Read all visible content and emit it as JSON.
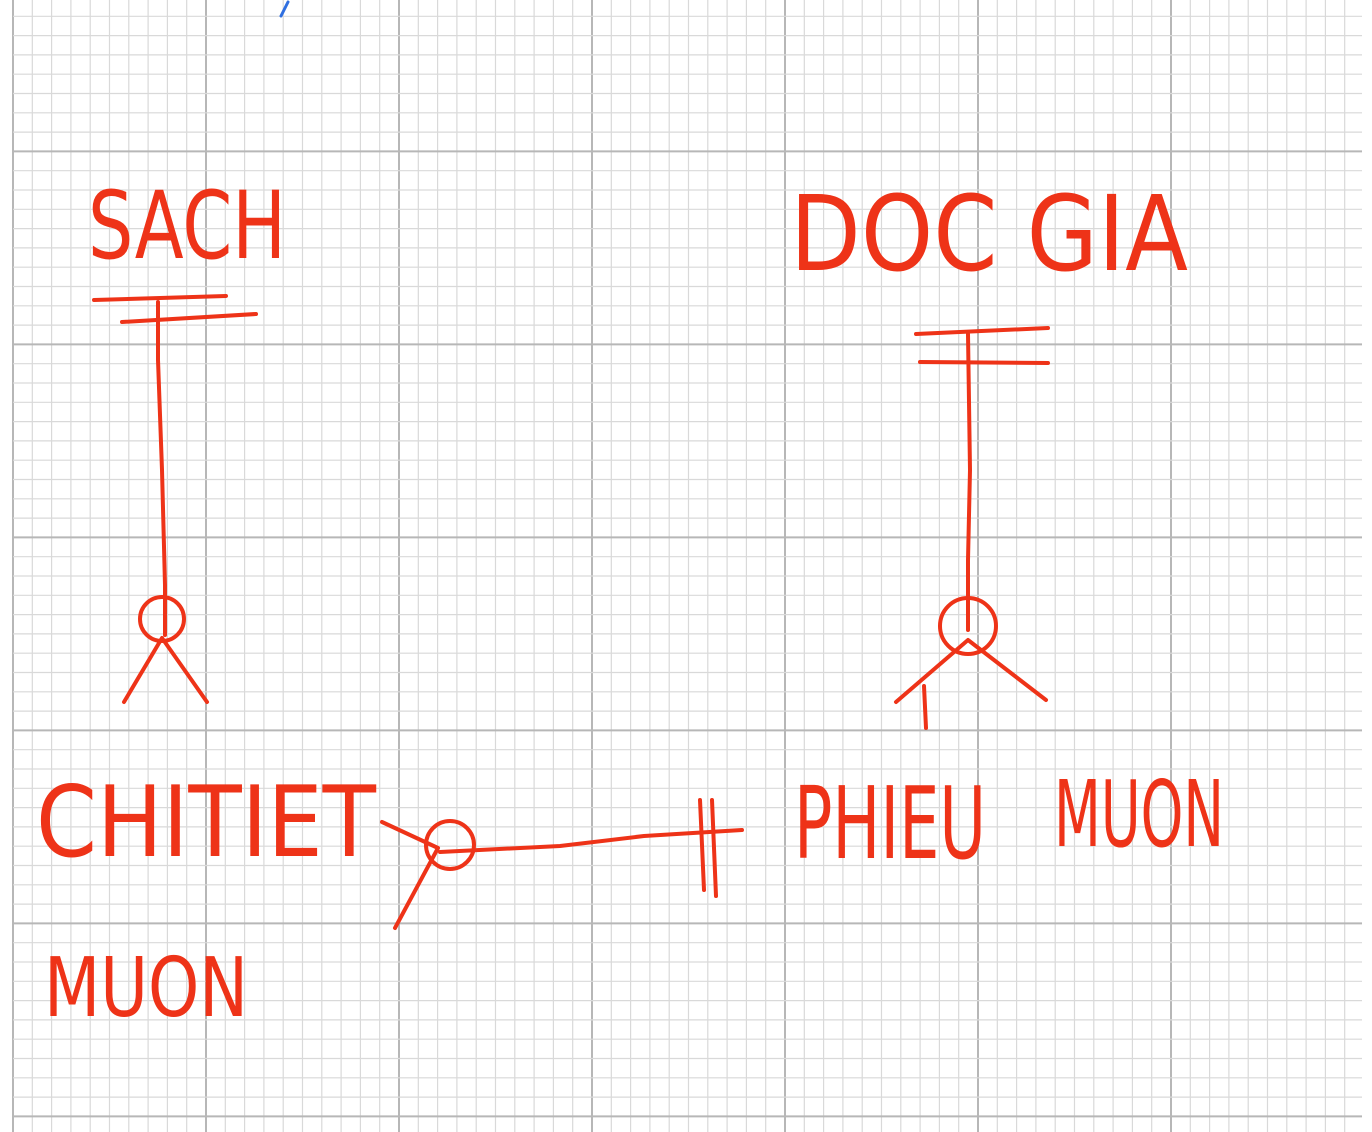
{
  "entities": {
    "sach": "SACH",
    "doc_gia": "DOC GIA",
    "chi_tiet": "CHITIET",
    "chi_tiet_line2": "MUON",
    "phieu": "PHIEU",
    "phieu_line2": "MUON"
  },
  "relationships": [
    {
      "from": "SACH",
      "to": "CHITIET MUON",
      "from_end": "one-and-only-one",
      "to_end": "zero-or-many"
    },
    {
      "from": "DOC GIA",
      "to": "PHIEU MUON",
      "from_end": "one-and-only-one",
      "to_end": "zero-or-many"
    },
    {
      "from": "PHIEU MUON",
      "to": "CHITIET MUON",
      "from_end": "one-and-only-one",
      "to_end": "zero-or-many"
    }
  ],
  "colors": {
    "ink": "#ee3318",
    "stray_mark": "#2f6fe0",
    "grid_minor": "#d9d9d9",
    "grid_major": "#b7b7b7",
    "background": "#ffffff"
  }
}
